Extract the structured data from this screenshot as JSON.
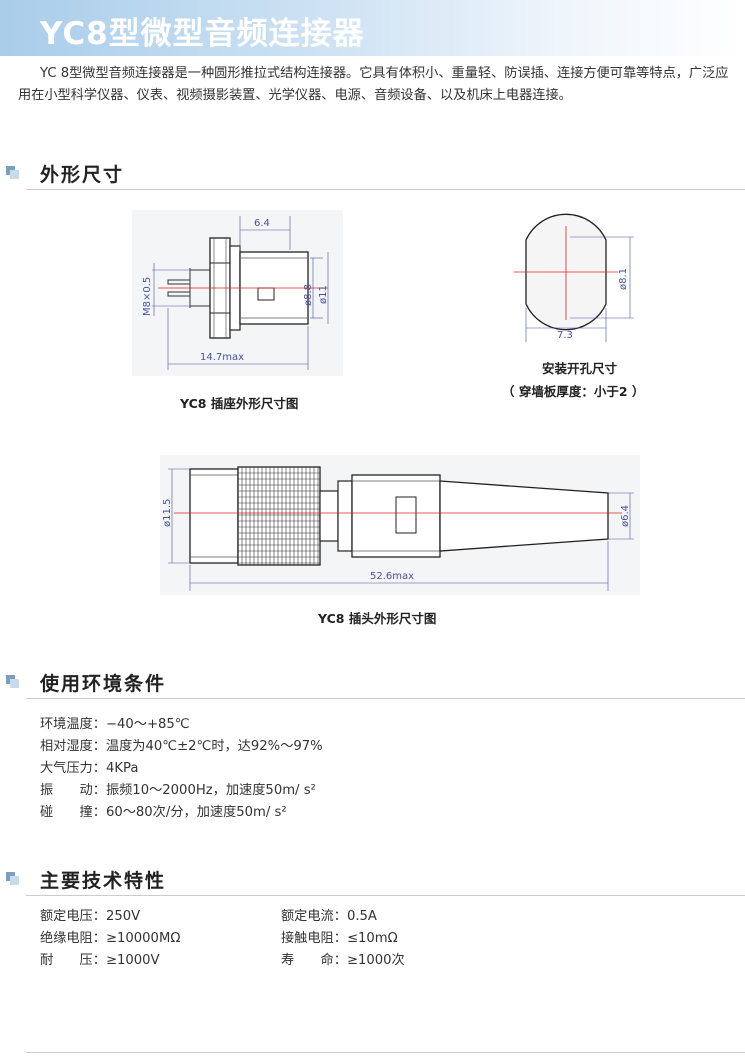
{
  "page": {
    "title": "YC8型微型音频连接器",
    "intro": "YC 8型微型音频连接器是一种圆形推拉式结构连接器。它具有体积小、重量轻、防误插、连接方便可靠等特点，广泛应用在小型科学仪器、仪表、视频摄影装置、光学仪器、电源、音频设备、以及机床上电器连接。"
  },
  "dimensions": {
    "heading": "外形尺寸",
    "socket": {
      "caption": "YC8 插座外形尺寸图",
      "labels": {
        "width": "6.4",
        "thread": "M8×0.5",
        "inner_dia": "ø8.8",
        "outer_dia": "ø11",
        "length": "14.7max"
      }
    },
    "panel_hole": {
      "caption": "安装开孔尺寸",
      "note": "（ 穿墙板厚度：小于2 ）",
      "labels": {
        "dia": "ø8.1",
        "flat": "7.3"
      }
    },
    "plug": {
      "caption": "YC8 插头外形尺寸图",
      "labels": {
        "body_dia": "ø11.5",
        "tail_dia": "ø6.4",
        "length": "52.6max"
      }
    }
  },
  "environment": {
    "heading": "使用环境条件",
    "items": [
      {
        "label": "环境温度：",
        "value": "−40～+85℃"
      },
      {
        "label": "相对湿度：",
        "value": "温度为40℃±2℃时，达92%～97%"
      },
      {
        "label": "大气压力：",
        "value": "4KPa"
      },
      {
        "label": "振　　动：",
        "value": "振频10～2000Hz，加速度50m/ s²"
      },
      {
        "label": "碰　　撞：",
        "value": "60～80次/分，加速度50m/ s²"
      }
    ]
  },
  "technical": {
    "heading": "主要技术特性",
    "items": [
      {
        "label": "额定电压：",
        "value": "250V"
      },
      {
        "label": "额定电流：",
        "value": "0.5A"
      },
      {
        "label": "绝缘电阻：",
        "value": "≥10000MΩ"
      },
      {
        "label": "接触电阻：",
        "value": "≤10mΩ"
      },
      {
        "label": "耐　　压：",
        "value": "≥1000V"
      },
      {
        "label": "寿　　命：",
        "value": "≥1000次"
      }
    ]
  },
  "colors": {
    "accent": "#a9cdea",
    "dim_line": "#4a4fa0",
    "center_line": "#e02020"
  }
}
